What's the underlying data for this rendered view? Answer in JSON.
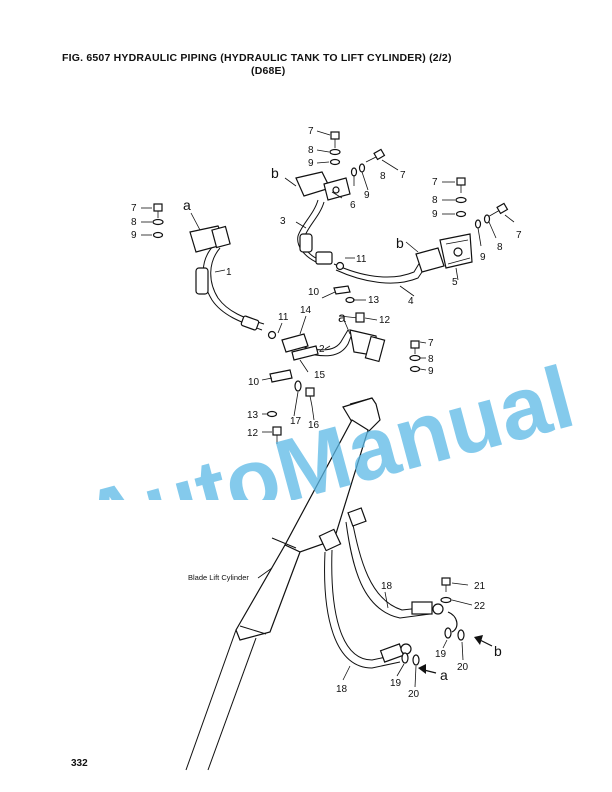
{
  "header": {
    "title_line1": "FIG. 6507  HYDRAULIC PIPING  (HYDRAULIC TANK TO LIFT CYLINDER)  (2/2)",
    "title_line2": "(D68E)"
  },
  "page_number": "332",
  "watermark": "AutoManual",
  "watermark_color": "#5bb8e6",
  "diagram": {
    "caption_cylinder": "Blade Lift Cylinder",
    "callouts": {
      "p1": "1",
      "p2": "2",
      "p3": "3",
      "p4": "4",
      "p5": "5",
      "p6": "6",
      "p7a": "7",
      "p7b": "7",
      "p7c": "7",
      "p7d": "7",
      "p7e": "7",
      "p8a": "8",
      "p8b": "8",
      "p8c": "8",
      "p8d": "8",
      "p8e": "8",
      "p8f": "8",
      "p9a": "9",
      "p9b": "9",
      "p9c": "9",
      "p9d": "9",
      "p9e": "9",
      "p9f": "9",
      "p10a": "10",
      "p10b": "10",
      "p11a": "11",
      "p11b": "11",
      "p12a": "12",
      "p12b": "12",
      "p13a": "13",
      "p13b": "13",
      "p14": "14",
      "p15": "15",
      "p16": "16",
      "p17": "17",
      "p18a": "18",
      "p18b": "18",
      "p19a": "19",
      "p19b": "19",
      "p20a": "20",
      "p20b": "20",
      "p21": "21",
      "p22": "22",
      "ref_a1": "a",
      "ref_a2": "a",
      "ref_a3": "a",
      "ref_b1": "b",
      "ref_b2": "b",
      "ref_b3": "b"
    }
  }
}
